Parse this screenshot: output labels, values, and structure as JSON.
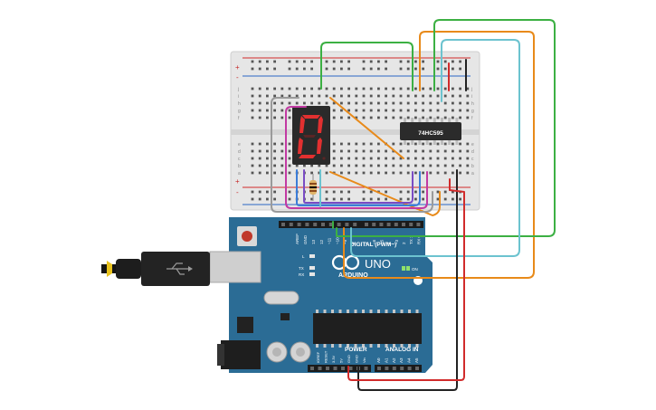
{
  "board": {
    "model_label": "UNO",
    "brand_label": "ARDUINO",
    "on_label": "ON",
    "tx_label": "TX",
    "rx_label": "RX",
    "l_label": "L",
    "digital_header_label": "DIGITAL (PWM~)",
    "power_label": "POWER",
    "analog_label": "ANALOG IN",
    "aref_label": "AREF",
    "gnd_label": "GND",
    "digital_pins": [
      "13",
      "12",
      "~11",
      "~10",
      "~9",
      "8",
      "7",
      "~6",
      "~5",
      "4",
      "~3",
      "2",
      "TX 1",
      "RX 0"
    ],
    "power_pins": [
      "IOREF",
      "RESET",
      "3.3V",
      "5V",
      "GND",
      "GND",
      "Vin"
    ],
    "analog_pins": [
      "A0",
      "A1",
      "A2",
      "A3",
      "A4",
      "A5"
    ]
  },
  "chip": {
    "label": "74HC595"
  },
  "breadboard": {
    "row_letters_top": [
      "j",
      "i",
      "h",
      "g",
      "f"
    ],
    "row_letters_bottom": [
      "e",
      "d",
      "c",
      "b",
      "a"
    ],
    "plus_label": "+",
    "minus_label": "-"
  },
  "display": {
    "digit_shown": "0"
  },
  "colors": {
    "board": "#2b6c95",
    "breadboard": "#e6e6e6",
    "wire_green": "#3cb043",
    "wire_orange": "#e88a1a",
    "wire_teal": "#6cc3cf",
    "wire_red": "#d12b2b",
    "wire_black": "#222222",
    "wire_gray": "#9a9a9a",
    "wire_blue": "#3b7dd8",
    "wire_magenta": "#c23aa3",
    "wire_purple": "#7a4cc4",
    "segment_on": "#e23030"
  }
}
